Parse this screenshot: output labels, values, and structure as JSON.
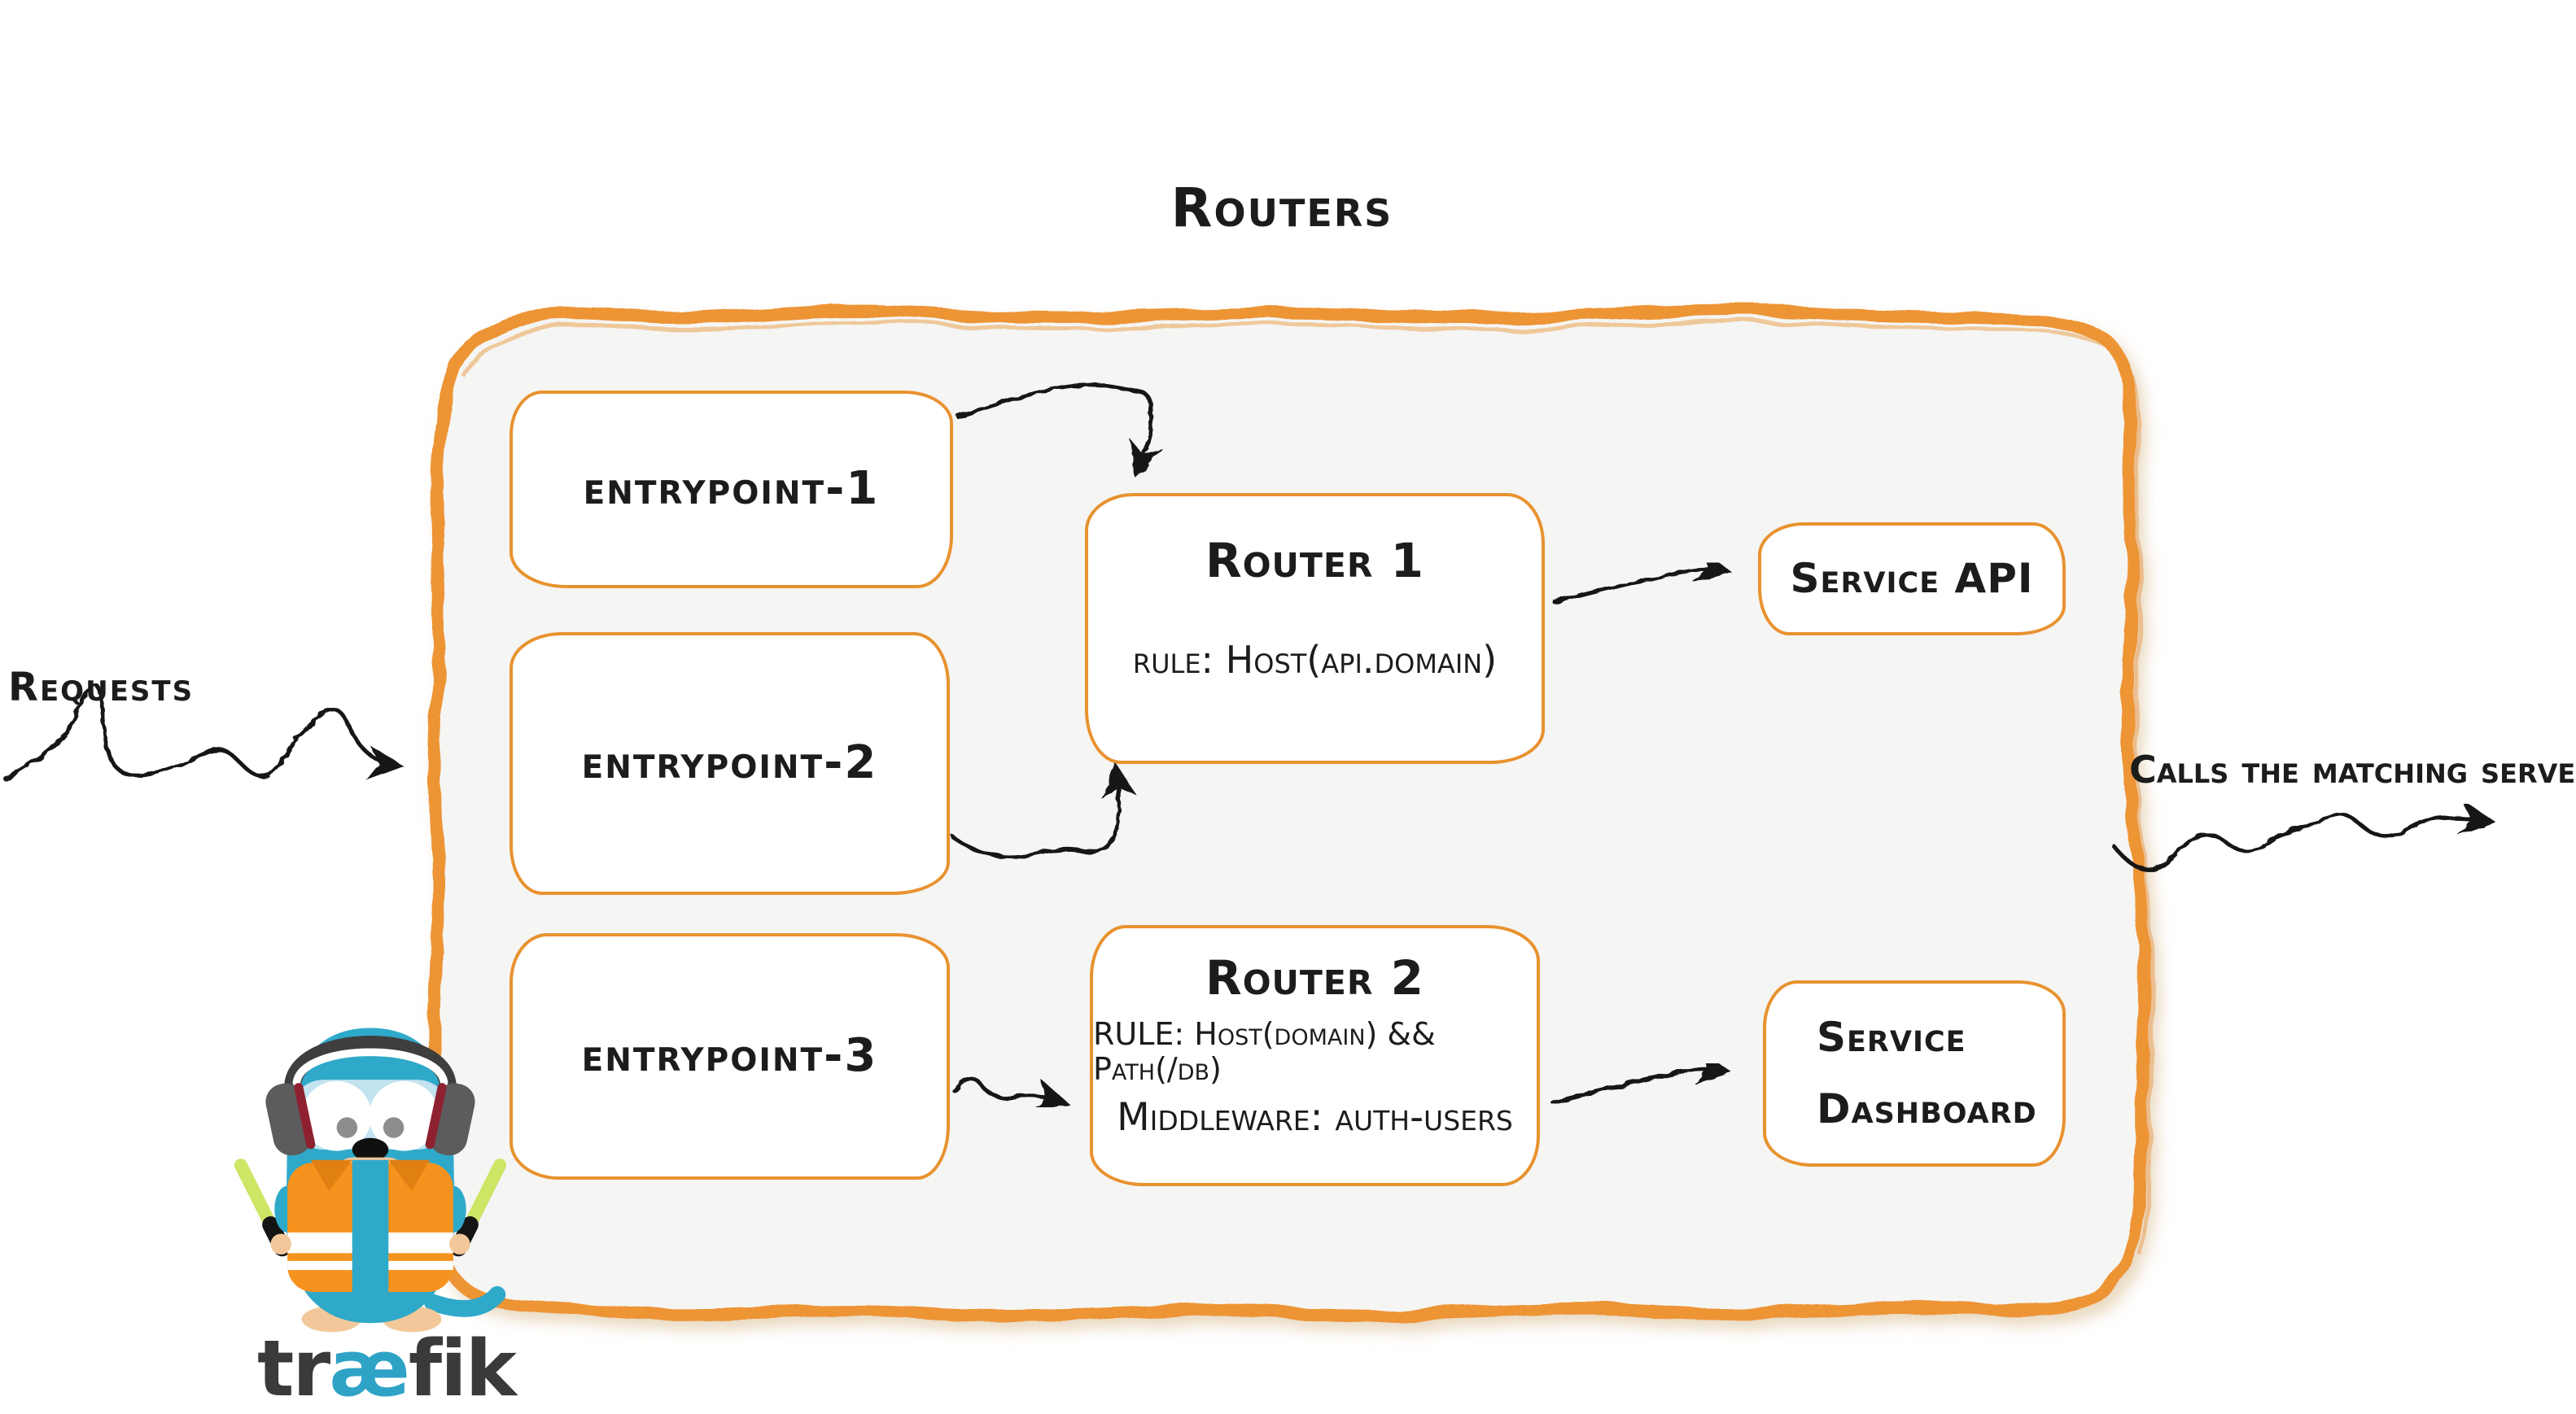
{
  "title": "Routers",
  "outside": {
    "requests_label": "Requests",
    "calls_label": "Calls the matching server"
  },
  "nodes": {
    "entrypoint1": {
      "label": "entrypoint-1"
    },
    "entrypoint2": {
      "label": "entrypoint-2"
    },
    "entrypoint3": {
      "label": "entrypoint-3"
    },
    "router1": {
      "title": "Router 1",
      "rule": "rule: Host(api.domain)"
    },
    "router2": {
      "title": "Router 2",
      "rule": "RULE: Host(domain) && Path(/db)",
      "middleware": "Middleware: auth-users"
    },
    "serviceApi": {
      "label": "Service API"
    },
    "serviceDashboard": {
      "line1": "Service",
      "line2": "Dashboard"
    }
  },
  "arrows": [
    {
      "from": "requests",
      "to": "routers-container"
    },
    {
      "from": "entrypoint-1",
      "to": "router-1"
    },
    {
      "from": "entrypoint-2",
      "to": "router-1"
    },
    {
      "from": "entrypoint-3",
      "to": "router-2"
    },
    {
      "from": "router-1",
      "to": "service-api"
    },
    {
      "from": "router-2",
      "to": "service-dashboard"
    },
    {
      "from": "routers-container",
      "to": "matching-server"
    }
  ],
  "logo": {
    "tr": "tr",
    "ae": "æ",
    "fik": "fik"
  },
  "colors": {
    "accent": "#ED9434",
    "accent2": "#E8922F",
    "panel": "#F5F5F4",
    "ink": "#1C1C1C",
    "tblue": "#2FA9C9",
    "vest": "#F6921E",
    "green": "#CDE666",
    "skin": "#F2C89B",
    "wordmarkGray": "#3A3A3A",
    "wordmarkBlue": "#2FA3C6"
  }
}
